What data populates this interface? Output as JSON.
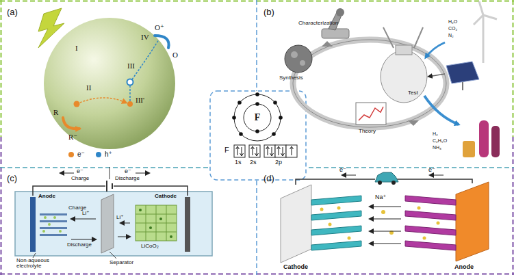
{
  "diagram": {
    "nodes": [
      {
        "text": [
          "(a)"
        ]
      },
      {
        "text": [
          "(b)"
        ]
      },
      {
        "text": [
          "(c)"
        ]
      },
      {
        "text": [
          "(d)"
        ]
      },
      {
        "text": [
          "F"
        ]
      }
    ],
    "labels": [
      "I",
      "II",
      "III",
      "III'",
      "IV",
      "O⁺",
      "O",
      "R",
      "R⁻",
      "Characterization",
      "Synthesis",
      "Test",
      "Theory",
      "H₂O",
      "CO₂",
      "N₂",
      "H₂",
      "C₂H₅O",
      "NH₃",
      "F",
      "1s",
      "2s",
      "2p",
      "e⁻",
      "Charge",
      "e⁻",
      "Discharge",
      "Anode",
      "Cathode",
      "Charge",
      "Li⁺",
      "Li⁺",
      "Discharge",
      "LiCoO₂",
      "Non-aqueous electrolyte",
      "Separator",
      "e⁻",
      "e⁻",
      "Na⁺",
      "Cathode",
      "Anode"
    ],
    "legend": [
      {
        "text": "e⁻",
        "color": "#e8892b"
      },
      {
        "text": "h⁺",
        "color": "#2f86c8"
      }
    ]
  }
}
